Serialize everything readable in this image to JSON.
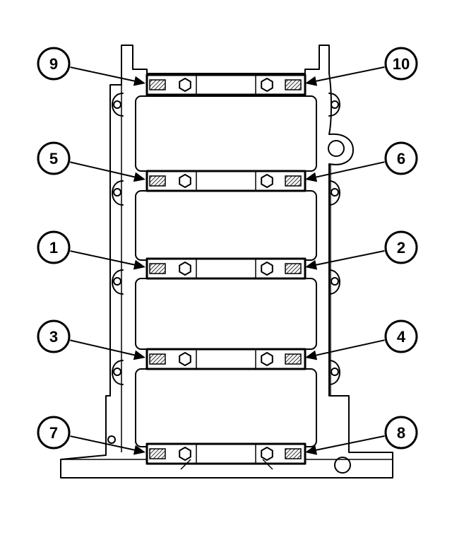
{
  "callouts": [
    {
      "id": "9",
      "side": "left"
    },
    {
      "id": "10",
      "side": "right"
    },
    {
      "id": "5",
      "side": "left"
    },
    {
      "id": "6",
      "side": "right"
    },
    {
      "id": "1",
      "side": "left"
    },
    {
      "id": "2",
      "side": "right"
    },
    {
      "id": "3",
      "side": "left"
    },
    {
      "id": "4",
      "side": "right"
    },
    {
      "id": "7",
      "side": "left"
    },
    {
      "id": "8",
      "side": "right"
    }
  ]
}
